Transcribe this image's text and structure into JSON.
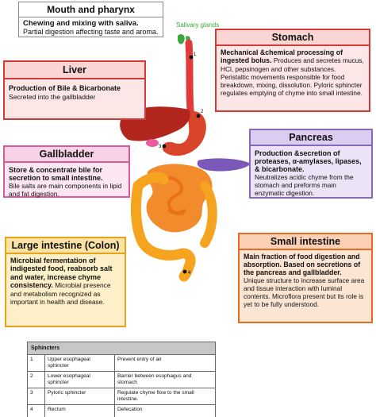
{
  "mouth": {
    "title": "Mouth and pharynx",
    "bold": "Chewing and mixing with saliva.",
    "text": "Partial digestion affecting taste and aroma."
  },
  "stomach": {
    "title": "Stomach",
    "bold": "Mechanical &chemical processing of ingested bolus.",
    "text": "Produces and secretes mucus, HCl, pepsinogen and other substances. Peristaltic movements responsible for food breakdown, mixing, dissolution. Pyloric sphincter regulates emptying of chyme into small intestine."
  },
  "liver": {
    "title": "Liver",
    "bold": "Production of Bile & Bicarbonate",
    "text": "Secreted into the gallbladder"
  },
  "pancreas": {
    "title": "Pancreas",
    "bold": "Production &secretion of proteases, α-amylases, lipases, & bicarbonate.",
    "text": "Neutralizes acidic chyme from the stomach and preforms main enzymatic digestion."
  },
  "gallbladder": {
    "title": "Gallbladder",
    "bold": "Store & concentrate bile for secretion to small intestine.",
    "text": "Bile salts are main components in lipid and fat digestion."
  },
  "large_intestine": {
    "title": "Large intestine (Colon)",
    "bold": "Microbial fermentation of indigested food, reabsorb salt and water, increase chyme consistency.",
    "text": "Microbial presence and metabolism recognized as important in health and disease."
  },
  "small_intestine": {
    "title": "Small intestine",
    "bold": "Main fraction of food digestion and absorption. Based on secretions of the pancreas and gallbladder.",
    "text": "Unique structure to increase surface area and tissue interaction with luminal contents. Microflora present but its role is yet to be fully understood."
  },
  "diagram": {
    "salivary_label": "Salivary glands",
    "markers": [
      "1",
      "2",
      "3",
      "4"
    ]
  },
  "sphincters": {
    "header": "Sphincters",
    "rows": [
      {
        "num": "1",
        "name": "Upper esophageal sphincter",
        "desc": "Prevent entry of air"
      },
      {
        "num": "2",
        "name": "Lower esophageal sphincter",
        "desc": "Barrier between esophagus and stomach"
      },
      {
        "num": "3",
        "name": "Pyloric sphincter",
        "desc": "Regulate chyme flow to the small intestine."
      },
      {
        "num": "4",
        "name": "Rectum",
        "desc": "Defecation"
      }
    ]
  },
  "colors": {
    "stomach": "#d33a3a",
    "liver": "#d33a3a",
    "pancreas": "#8a68b8",
    "gallbladder": "#d65a9c",
    "large_intestine": "#e8a21e",
    "small_intestine": "#e86a1e",
    "salivary": "#3aa93a"
  }
}
